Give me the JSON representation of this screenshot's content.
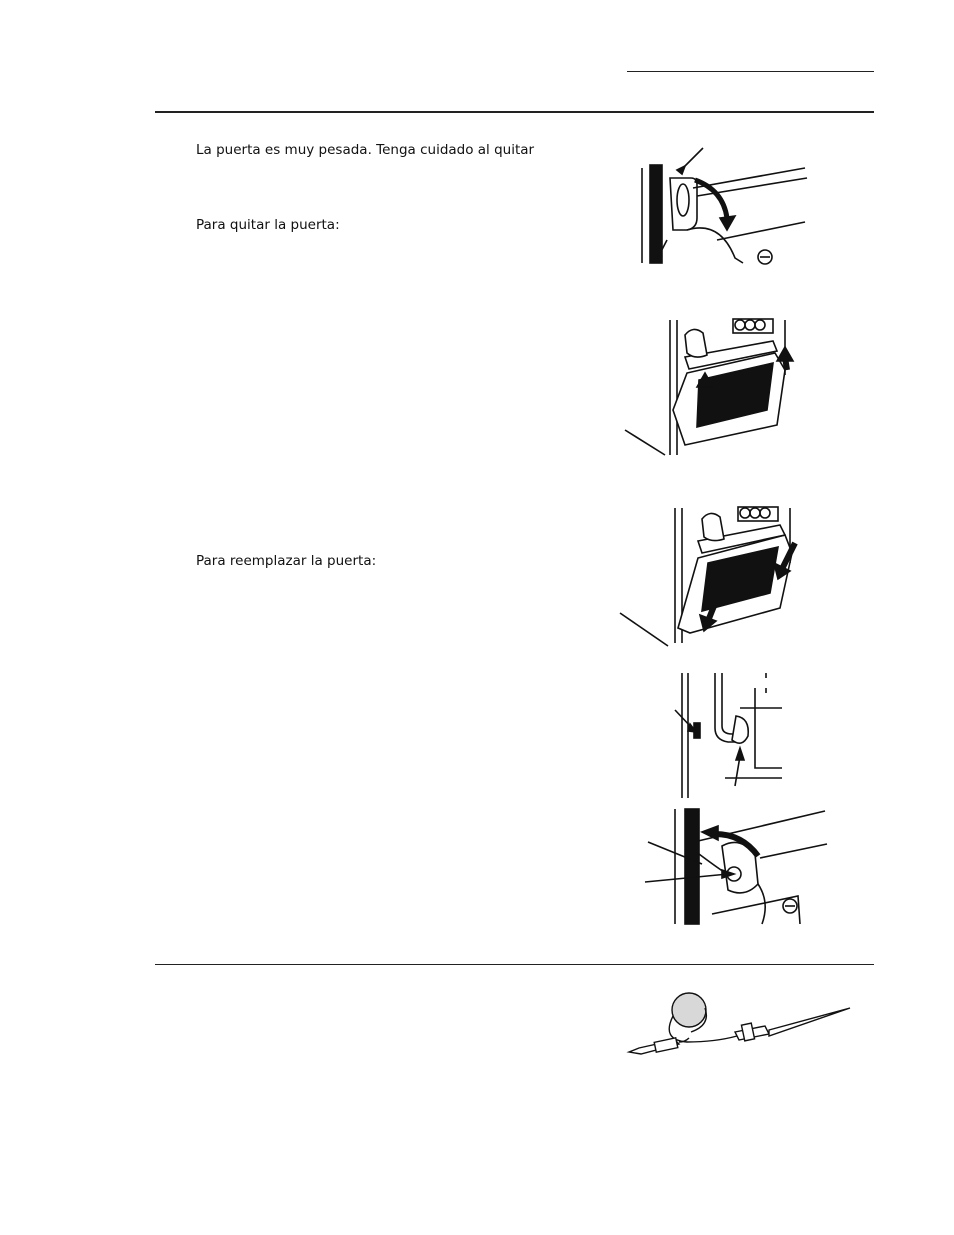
{
  "content": {
    "warning": "La puerta es muy pesada.  Tenga cuidado al quitar",
    "remove_heading": "Para quitar la puerta:",
    "replace_heading": "Para reemplazar la puerta:"
  },
  "figures": [
    {
      "name": "hinge-lock-figure"
    },
    {
      "name": "door-lift-figure"
    },
    {
      "name": "door-lower-figure"
    },
    {
      "name": "hinge-slot-figure"
    },
    {
      "name": "hinge-relock-figure"
    },
    {
      "name": "temperature-probe-figure"
    }
  ]
}
